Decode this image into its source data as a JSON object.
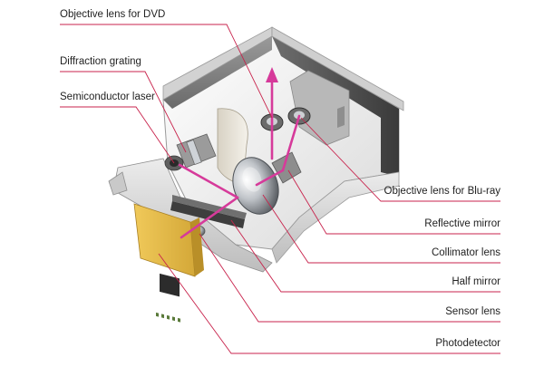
{
  "labels": {
    "objective_dvd": "Objective lens for DVD",
    "diffraction_grating": "Diffraction grating",
    "semiconductor_laser": "Semiconductor laser",
    "objective_bluray": "Objective lens for Blu-ray",
    "reflective_mirror": "Reflective mirror",
    "collimator_lens": "Collimator lens",
    "half_mirror": "Half mirror",
    "sensor_lens": "Sensor lens",
    "photodetector": "Photodetector"
  },
  "colors": {
    "leader_line": "#c8234c",
    "laser_beam": "#d63a9a",
    "housing_light": "#e6e6e6",
    "housing_dark": "#7f7f7f",
    "pcb": "#e0b642"
  }
}
